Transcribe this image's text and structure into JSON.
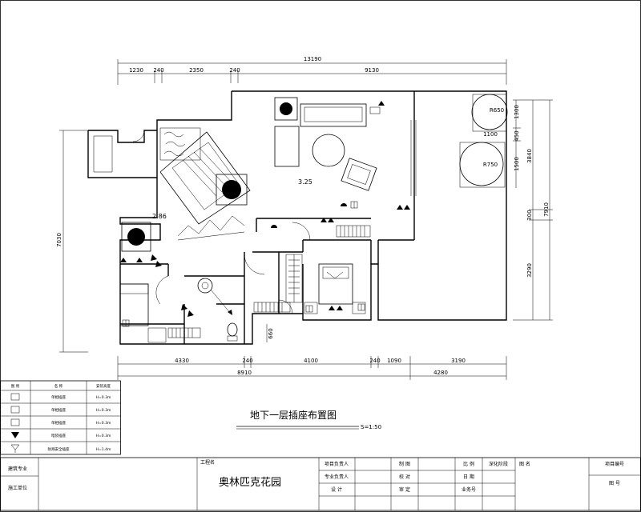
{
  "dimensions": {
    "top_total": "13190",
    "top_segments": [
      "1230",
      "240",
      "2350",
      "240",
      "9130"
    ],
    "bottom_segments": [
      "4330",
      "240",
      "4100",
      "240",
      "1090",
      "3190"
    ],
    "bottom_totals": [
      "8910",
      "4280"
    ],
    "left_total": "7030",
    "right_total": "7910",
    "right_segments": [
      "3840",
      "300",
      "3290"
    ],
    "right_inner": [
      "1300",
      "450",
      "1500"
    ],
    "bottom_small": "660",
    "radius_1": "R650",
    "radius_2": "R750",
    "width_1100": "1100"
  },
  "plan": {
    "level_living": "3.25",
    "level_stair": "2.86"
  },
  "legend": {
    "header": [
      "图 例",
      "名 称",
      "安装高度"
    ],
    "rows": [
      {
        "name": "单相插座",
        "height": "H=0.3m"
      },
      {
        "name": "单相插座",
        "height": "H=0.3m"
      },
      {
        "name": "单相插座",
        "height": "H=0.3m"
      },
      {
        "name": "暗装插座",
        "height": "H=0.3m"
      },
      {
        "name": "防溅安全插座",
        "height": "H=1.4m"
      }
    ]
  },
  "drawing_title": "地下一层插座布置图",
  "scale": "S=1:50",
  "title_block": {
    "left_1": "建筑专业",
    "left_2": "施工单位",
    "project_label": "工程名",
    "project_name": "奥林匹克花园",
    "roles": [
      "项目负责人",
      "专业负责人",
      "设 计"
    ],
    "mid": [
      "制 图",
      "校 对",
      "审 定"
    ],
    "right": [
      "比 例",
      "日 期",
      "业务号"
    ],
    "status": "深化阶段",
    "sign": "图 名",
    "project_no": "项目编号",
    "drawing_no": "图 号"
  }
}
